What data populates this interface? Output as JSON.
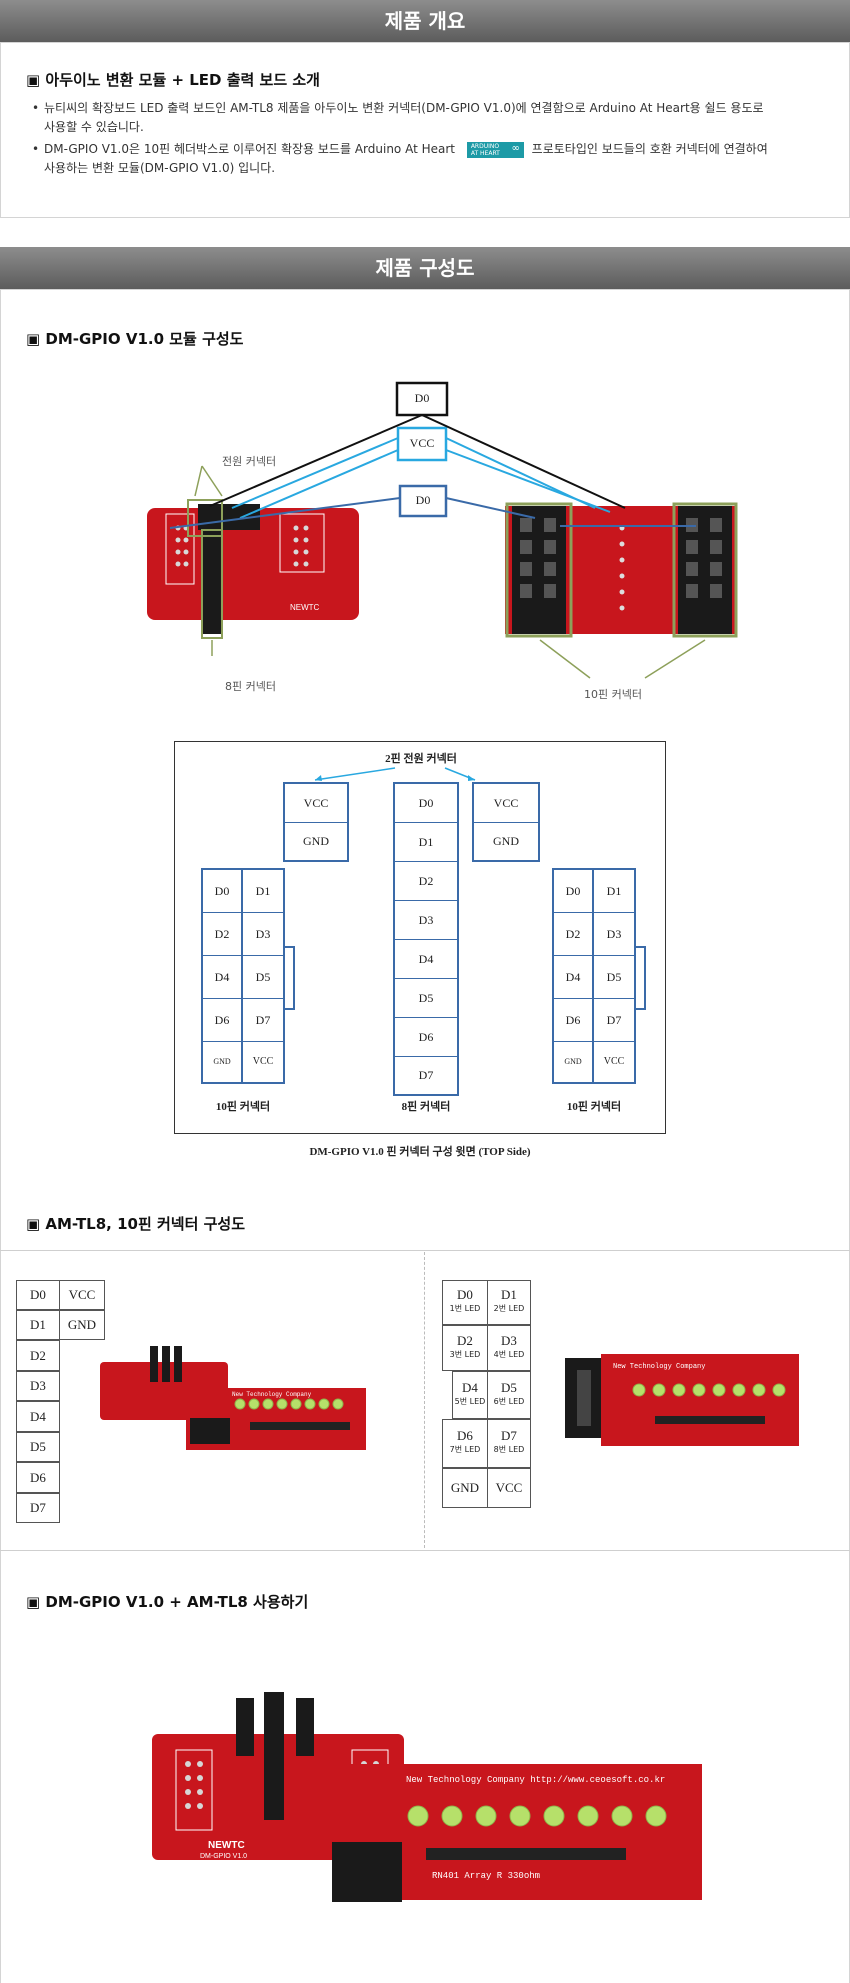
{
  "section1": {
    "banner": "제품 개요",
    "title": "▣ 아두이노 변환 모듈 + LED 출력 보드 소개",
    "bullet1_line1": "뉴티씨의 확장보드 LED 출력 보드인  AM-TL8 제품을 아두이노 변환 커넥터(DM-GPIO V1.0)에 연결함으로 Arduino At Heart용 쉴드 용도로",
    "bullet1_line2": "사용할 수 있습니다.",
    "bullet2_before": "DM-GPIO V1.0은 10핀 헤더박스로 이루어진 확장용 보드를 Arduino At Heart",
    "bullet2_after": "프로토타입인 보드들의  호환 커넥터에 연결하여",
    "bullet2_line2": "사용하는 변환 모듈(DM-GPIO V1.0) 입니다.",
    "logo_line1": "ARDUINO",
    "logo_line2": "AT HEART"
  },
  "section2": {
    "banner": "제품 구성도",
    "title1": "▣ DM-GPIO V1.0 모듈 구성도",
    "photo_labels": {
      "d0_top": "D0",
      "vcc": "VCC",
      "d0": "D0",
      "power": "전원 커넥터",
      "pin8": "8핀 커넥터",
      "pin10": "10핀 커넥터"
    },
    "diagram": {
      "top_label": "2핀 전원 커넥터",
      "vcc": "VCC",
      "gnd": "GND",
      "pin8_cells": [
        "D0",
        "D1",
        "D2",
        "D3",
        "D4",
        "D5",
        "D6",
        "D7"
      ],
      "pin10_cells": [
        "D0",
        "D1",
        "D2",
        "D3",
        "D4",
        "D5",
        "D6",
        "D7",
        "GND",
        "VCC"
      ],
      "label_left": "10핀 커넥터",
      "label_mid": "8핀 커넥터",
      "label_right": "10핀 커넥터",
      "caption": "DM-GPIO V1.0  핀  커넥터  구성  윗면  (TOP Side)"
    },
    "title2": "▣ AM-TL8, 10핀 커넥터 구성도",
    "left_table": {
      "col1": [
        "D0",
        "D1",
        "D2",
        "D3",
        "D4",
        "D5",
        "D6",
        "D7"
      ],
      "col2": [
        "VCC",
        "GND"
      ]
    },
    "right_table": [
      {
        "a": "D0",
        "a_sub": "1번 LED",
        "b": "D1",
        "b_sub": "2번 LED"
      },
      {
        "a": "D2",
        "a_sub": "3번 LED",
        "b": "D3",
        "b_sub": "4번 LED"
      },
      {
        "a": "D4",
        "a_sub": "5번 LED",
        "b": "D5",
        "b_sub": "6번 LED"
      },
      {
        "a": "D6",
        "a_sub": "7번 LED",
        "b": "D7",
        "b_sub": "8번 LED"
      },
      {
        "a": "GND",
        "a_sub": "",
        "b": "VCC",
        "b_sub": ""
      }
    ],
    "pcb_text": "New Technology Company",
    "title3": "▣ DM-GPIO V1.0 + AM-TL8 사용하기",
    "big_pcb_text": "New Technology Company  http://www.ceoesoft.co.kr",
    "big_pcb_rn": "RN401    Array R 330ohm",
    "newtc": "NEWTC",
    "model": "DM-GPIO V1.0"
  },
  "colors": {
    "banner": "#6b6b6b",
    "pcb": "#c8161d",
    "blue": "#3a6aa8",
    "cyan": "#29a8e0",
    "olive": "#8da05a"
  }
}
